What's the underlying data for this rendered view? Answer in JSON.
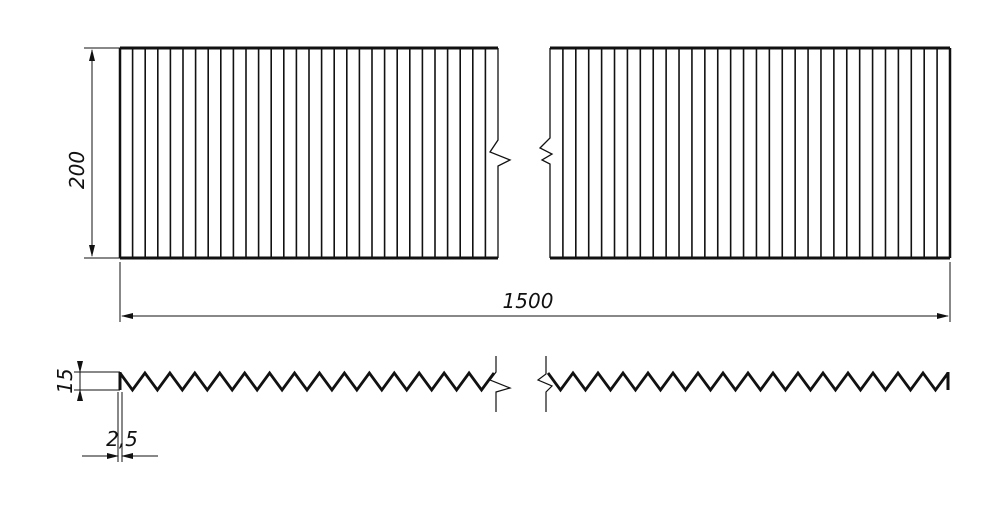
{
  "colors": {
    "line": "#111111",
    "background": "#ffffff"
  },
  "dimensions": {
    "height": "200",
    "length": "1500",
    "depth": "15",
    "pitch": "2,5"
  },
  "pleats": {
    "left_panel_count": 30,
    "right_panel_count": 31,
    "zigzag_left_count": 15,
    "zigzag_right_count": 16
  }
}
